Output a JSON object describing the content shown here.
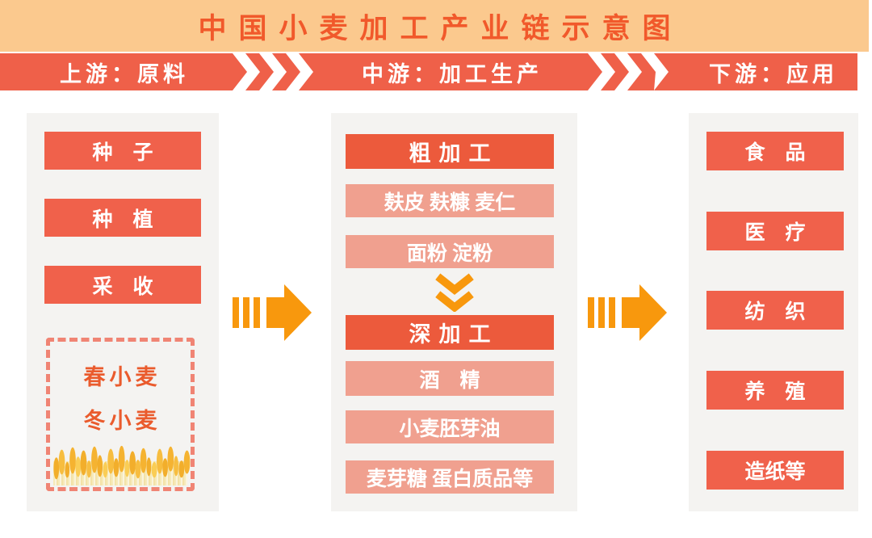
{
  "title": "中国小麦加工产业链示意图",
  "phase_bar": {
    "upstream_label": "上游：原料",
    "midstream_label": "中游：加工生产",
    "downstream_label": "下游：应用"
  },
  "upstream": {
    "steps": [
      "种　子",
      "种　植",
      "采　收"
    ],
    "wheat_box": {
      "line1": "春小麦",
      "line2": "冬小麦"
    }
  },
  "midstream": {
    "coarse_header": "粗加工",
    "coarse_items": [
      "麸皮 麸糠 麦仁",
      "面粉 淀粉"
    ],
    "deep_header": "深加工",
    "deep_items": [
      "酒　精",
      "小麦胚芽油",
      "麦芽糖 蛋白质品等"
    ]
  },
  "downstream": {
    "items": [
      "食　品",
      "医　疗",
      "纺　织",
      "养　殖",
      "造纸等"
    ]
  },
  "colors": {
    "banner_bg": "#FBC98E",
    "title_text": "#F1592B",
    "bar_bg": "#EF6049",
    "box_red": "#F0614B",
    "header_red": "#EC5A3C",
    "box_salmon": "#F0A08F",
    "panel_bg": "#F4F3F1",
    "arrow_orange": "#F8980D",
    "dashed_border": "#F08474",
    "wheat_text": "#EA5B2D"
  }
}
